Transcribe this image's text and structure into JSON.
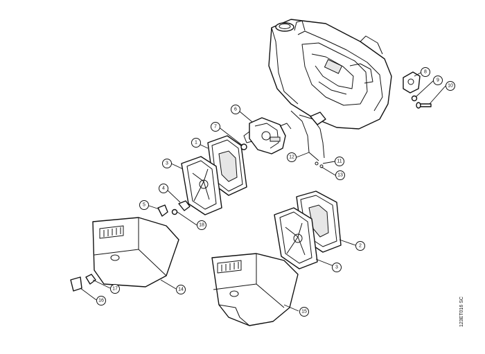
{
  "callouts": [
    "1",
    "2",
    "3",
    "3",
    "4",
    "5",
    "6",
    "7",
    "8",
    "9",
    "10",
    "11",
    "12",
    "13",
    "14",
    "15",
    "16",
    "17",
    "18"
  ],
  "reference_code": "123ET016 SC"
}
